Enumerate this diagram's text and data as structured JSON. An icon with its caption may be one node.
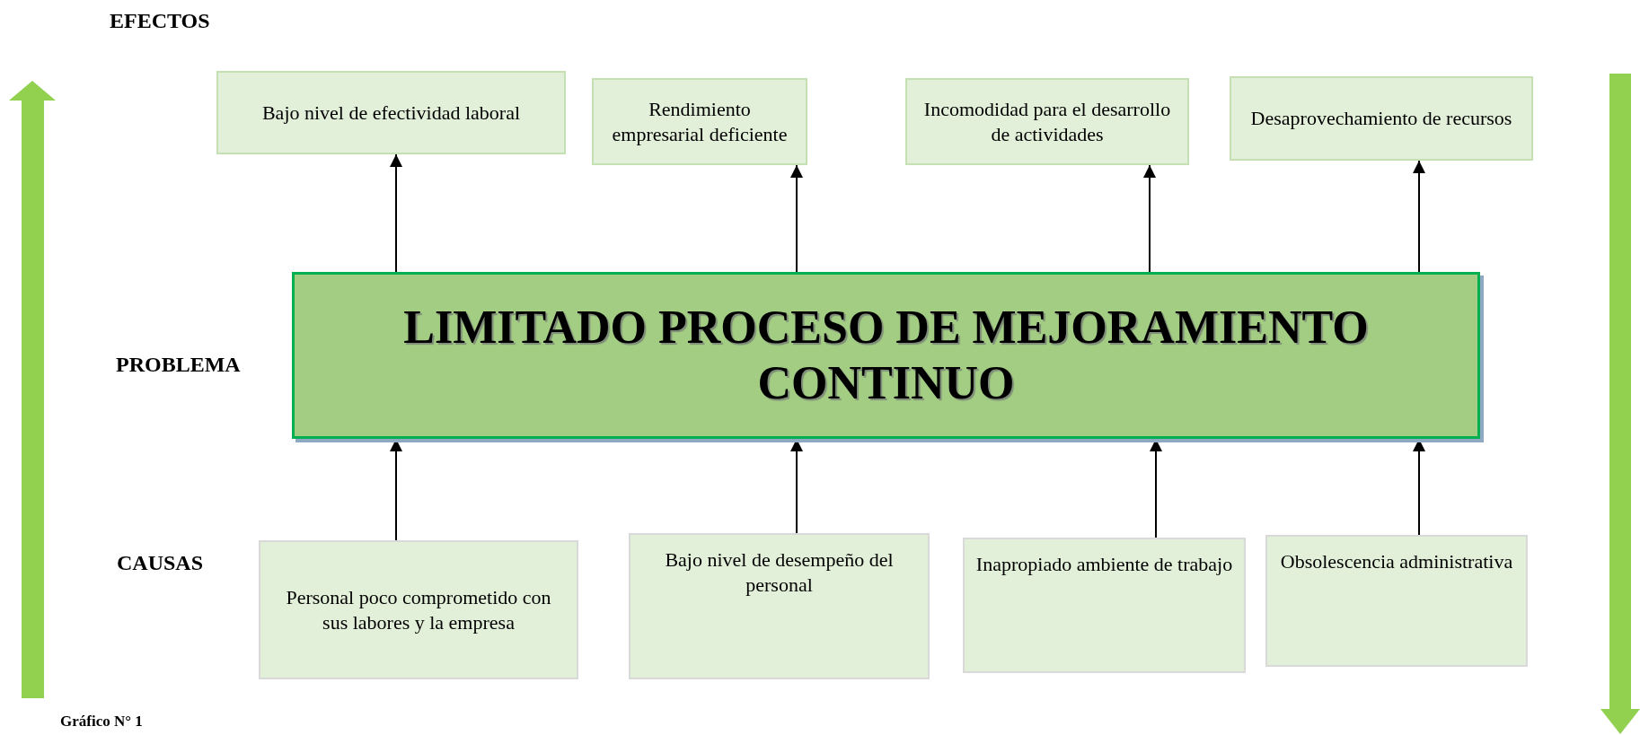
{
  "diagram": {
    "caption": "Gráfico N° 1",
    "nodes": [
      {
        "text": [
          "Bajo nivel de efectividad laboral"
        ]
      },
      {
        "text": [
          "Rendimiento empresarial deficiente"
        ]
      },
      {
        "text": [
          "Incomodidad para el desarrollo de actividades"
        ]
      },
      {
        "text": [
          "Desaprovechamiento de recursos"
        ]
      },
      {
        "text": [
          "LIMITADO PROCESO DE MEJORAMIENTO CONTINUO"
        ]
      },
      {
        "text": [
          "Personal poco comprometido con sus labores y la empresa"
        ]
      },
      {
        "text": [
          "Bajo nivel de desempeño del personal"
        ]
      },
      {
        "text": [
          "Inapropiado ambiente de trabajo"
        ]
      },
      {
        "text": [
          "Obsolescencia administrativa"
        ]
      }
    ],
    "edges": [
      {
        "from": 4,
        "to": 0,
        "arrow": "to"
      },
      {
        "from": 4,
        "to": 1,
        "arrow": "to"
      },
      {
        "from": 4,
        "to": 2,
        "arrow": "to"
      },
      {
        "from": 4,
        "to": 3,
        "arrow": "to"
      },
      {
        "from": 5,
        "to": 4,
        "arrow": "to"
      },
      {
        "from": 6,
        "to": 4,
        "arrow": "to"
      },
      {
        "from": 7,
        "to": 4,
        "arrow": "to"
      },
      {
        "from": 8,
        "to": 4,
        "arrow": "to"
      }
    ],
    "labels": [
      "EFECTOS",
      "PROBLEMA",
      "CAUSAS"
    ]
  }
}
